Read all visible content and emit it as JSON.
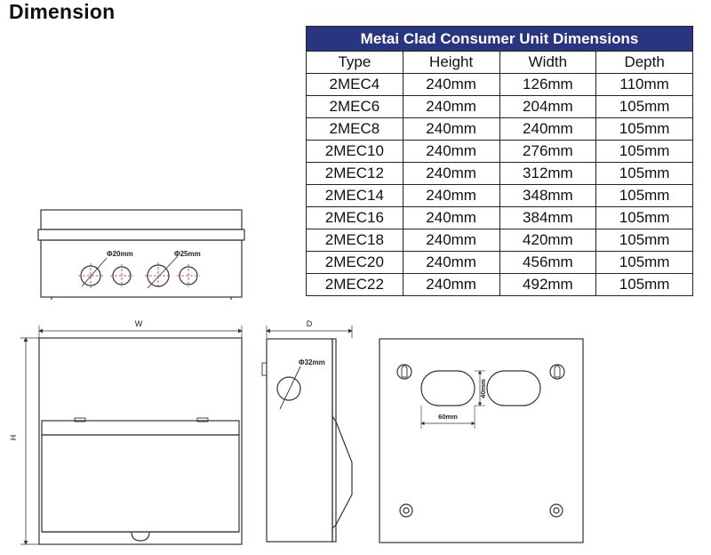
{
  "page": {
    "title": "Dimension"
  },
  "table": {
    "caption": "Metai Clad Consumer Unit Dimensions",
    "headers": [
      "Type",
      "Height",
      "Width",
      "Depth"
    ],
    "rows": [
      [
        "2MEC4",
        "240mm",
        "126mm",
        "110mm"
      ],
      [
        "2MEC6",
        "240mm",
        "204mm",
        "105mm"
      ],
      [
        "2MEC8",
        "240mm",
        "240mm",
        "105mm"
      ],
      [
        "2MEC10",
        "240mm",
        "276mm",
        "105mm"
      ],
      [
        "2MEC12",
        "240mm",
        "312mm",
        "105mm"
      ],
      [
        "2MEC14",
        "240mm",
        "348mm",
        "105mm"
      ],
      [
        "2MEC16",
        "240mm",
        "384mm",
        "105mm"
      ],
      [
        "2MEC18",
        "240mm",
        "420mm",
        "105mm"
      ],
      [
        "2MEC20",
        "240mm",
        "456mm",
        "105mm"
      ],
      [
        "2MEC22",
        "240mm",
        "492mm",
        "105mm"
      ]
    ]
  },
  "drawings": {
    "top_view": {
      "knockout_small_label": "Φ20mm",
      "knockout_large_label": "Φ25mm"
    },
    "front_view": {
      "width_label": "W",
      "height_label": "H"
    },
    "side_view": {
      "depth_label": "D",
      "knockout_label": "Φ32mm"
    },
    "back_view": {
      "slot_width_label": "60mm",
      "slot_height_label": "40mm"
    }
  },
  "colors": {
    "table_caption_bg": "#2a3580",
    "line": "#333333"
  }
}
